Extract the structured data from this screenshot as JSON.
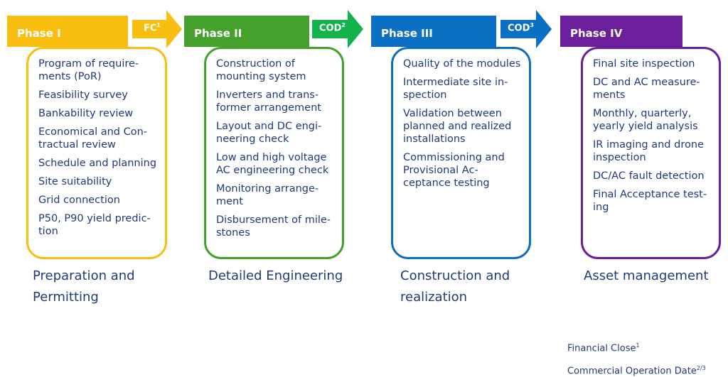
{
  "phases": [
    {
      "title": "Phase I",
      "color": "#f9bf10",
      "items": [
        "Program of require-\nments (PoR)",
        "Feasibility survey",
        "Bankability review",
        "Economical and Con-\ntractual review",
        "Schedule and planning",
        "Site suitability",
        "Grid connection",
        "P50, P90 yield predic-\ntion"
      ],
      "caption": "Preparation and\nPermitting"
    },
    {
      "title": "Phase II",
      "color": "#43a12c",
      "items": [
        "Construction of\nmounting system",
        "Inverters and trans-\nformer arrangement",
        "Layout and DC engi-\nneering check",
        "Low and high voltage\nAC engineering check",
        "Monitoring arrange-\nment",
        "Disbursement of mile-\nstones"
      ],
      "caption": "Detailed Engineering"
    },
    {
      "title": "Phase III",
      "color": "#0b6fc4",
      "items": [
        "Quality of the modules",
        "Intermediate site in-\nspection",
        "Validation between\nplanned and realized\ninstallations",
        "Commissioning and\nProvisional Ac-\nceptance testing"
      ],
      "caption": "Construction and\nrealization"
    },
    {
      "title": "Phase IV",
      "color": "#6b1f9a",
      "items": [
        "Final site inspection",
        "DC and AC measure-\nments",
        "Monthly, quarterly,\nyearly yield analysis",
        "IR imaging and drone\ninspection",
        "DC/AC fault detection",
        "Final Acceptance test-\ning"
      ],
      "caption": "Asset management"
    }
  ],
  "transitions": [
    {
      "label": "FC",
      "sup": "1",
      "color": "#f9bf10"
    },
    {
      "label": "COD",
      "sup": "2",
      "color": "#13b34b"
    },
    {
      "label": "COD",
      "sup": "3",
      "color": "#0b6fc4"
    }
  ],
  "footnotes": [
    {
      "text": "Financial Close",
      "sup": "1"
    },
    {
      "text": "Commercial Operation Date",
      "sup": "2/3"
    }
  ]
}
